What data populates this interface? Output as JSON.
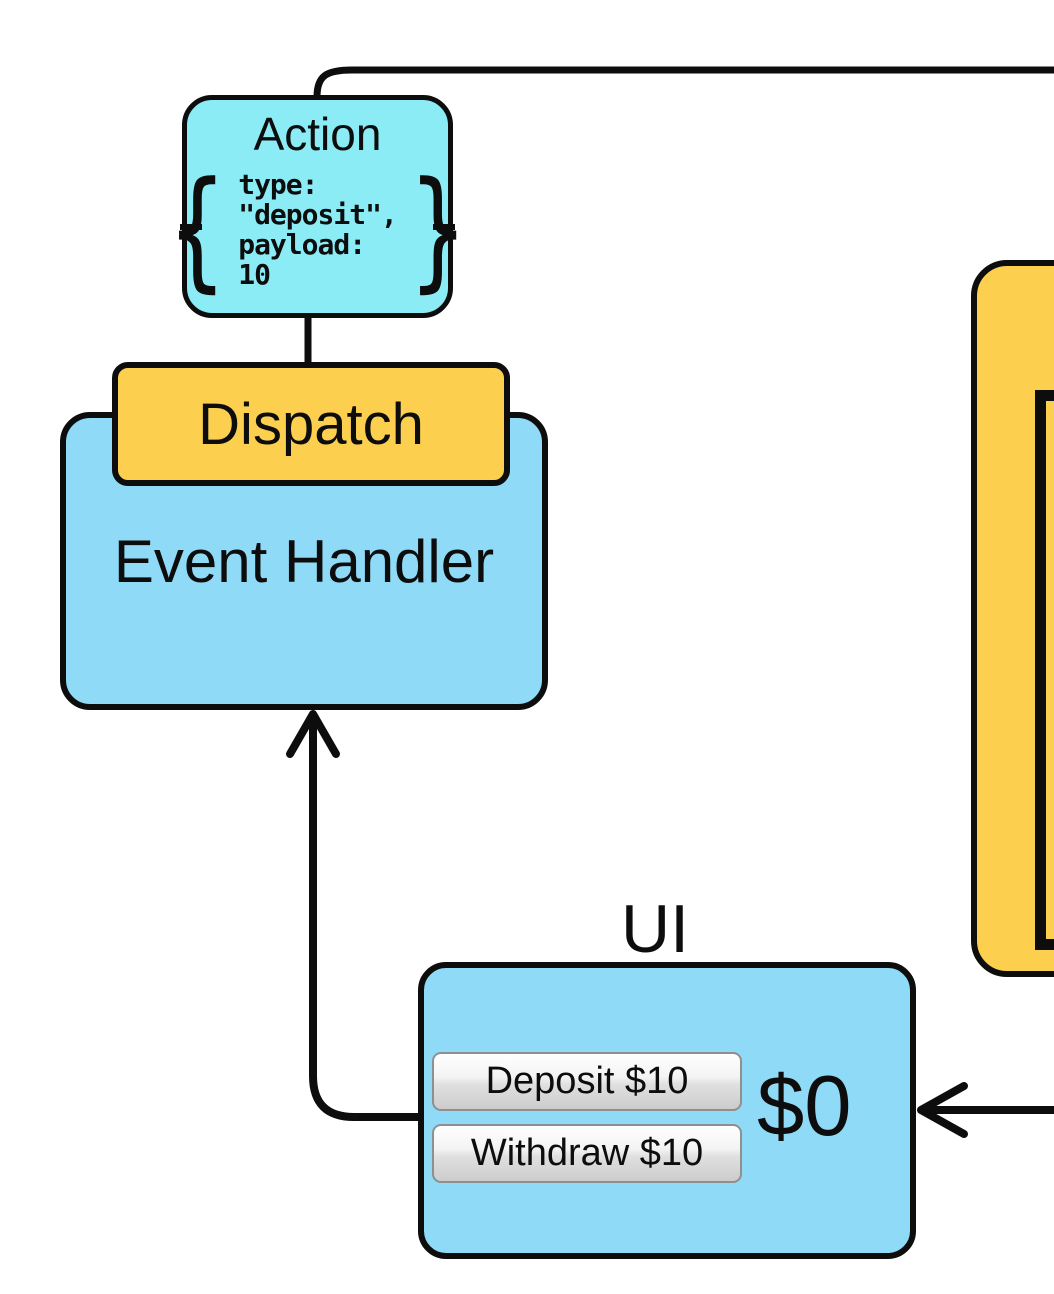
{
  "diagram": {
    "colors": {
      "cyan": "#8BECF6",
      "blue": "#8EDAF7",
      "orange": "#FCCF4F",
      "line": "#0d0d0d",
      "button_border": "#8f8f8f"
    },
    "action": {
      "title": "Action",
      "brace_left": "{",
      "brace_right": "}",
      "code_lines": [
        "type:",
        "\"deposit\",",
        "payload: 10"
      ]
    },
    "dispatch": {
      "label": "Dispatch"
    },
    "event_handler": {
      "label": "Event Handler"
    },
    "ui": {
      "label": "UI",
      "buttons": [
        {
          "label": "Deposit $10"
        },
        {
          "label": "Withdraw $10"
        }
      ],
      "balance": "$0"
    }
  }
}
